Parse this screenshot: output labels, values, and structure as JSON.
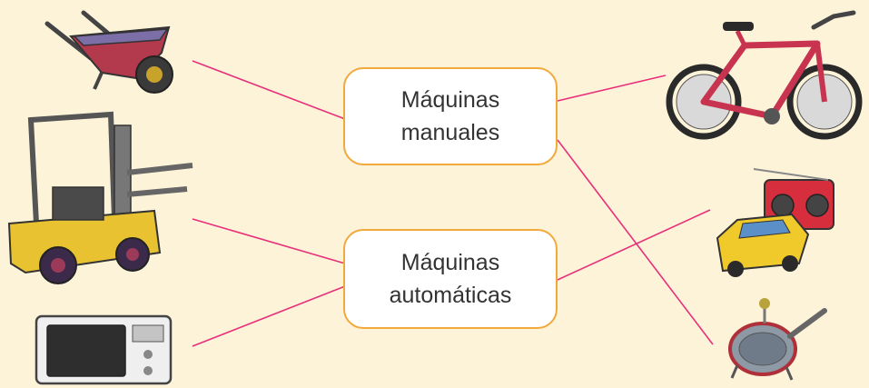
{
  "labels": {
    "manual": {
      "line1": "Máquinas",
      "line2": "manuales"
    },
    "automatic": {
      "line1": "Máquinas",
      "line2": "automáticas"
    }
  },
  "items": [
    {
      "icon": "wheelbarrow-icon",
      "category": "manual"
    },
    {
      "icon": "forklift-icon",
      "category": "automatic"
    },
    {
      "icon": "microwave-icon",
      "category": "automatic"
    },
    {
      "icon": "bicycle-icon",
      "category": "manual"
    },
    {
      "icon": "toy-car-radio-icon",
      "category": "automatic"
    },
    {
      "icon": "strainer-icon",
      "category": "manual"
    }
  ],
  "colors": {
    "background": "#fdf3d9",
    "box_border": "#f2a93b",
    "connector": "#e8307a"
  }
}
